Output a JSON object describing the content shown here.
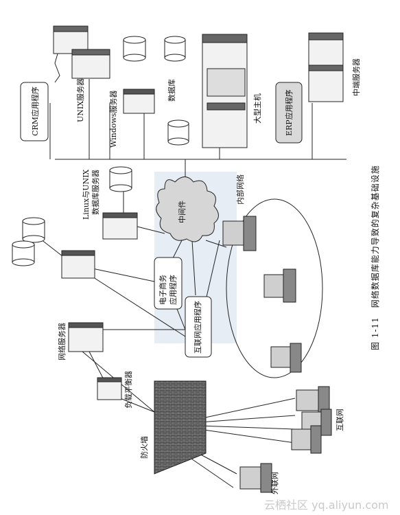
{
  "caption": "图 1-11　网络数据库能力导致的复杂基础设施",
  "labels": {
    "crm_app": "CRM应用程序",
    "unix_server": "UNIX服务器",
    "windows_server": "Windows服务器",
    "database": "数据库",
    "mainframe": "大型主机",
    "erp_app": "ERP应用程序",
    "midrange_server": "中端服务器",
    "linux_unix_db_server": "Linux与UNIX\n数据库服务器",
    "middleware": "中间件",
    "intranet": "内部网络",
    "ecommerce_app": "电子商务\n应用程序",
    "web_app": "互联网应用程序",
    "web_server": "网络服务器",
    "load_balancer": "负载平衡器",
    "firewall": "防火墙",
    "extranet": "外联网",
    "internet": "互联网"
  },
  "watermark": "云栖社区 yq.aliyun.com"
}
